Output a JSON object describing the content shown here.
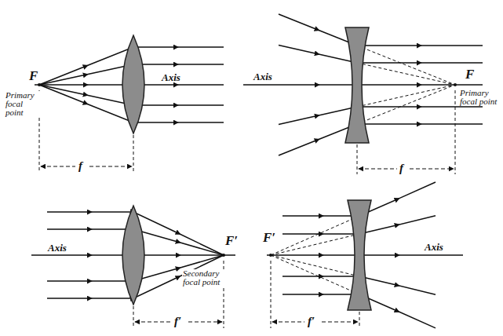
{
  "diagram": {
    "labels": [
      "F",
      "Primary focal point",
      "Axis",
      "f",
      "Axis",
      "F",
      "Primary focal point",
      "f",
      "Axis",
      "F′",
      "Secondary focal point",
      "f′",
      "F′",
      "Axis",
      "f′"
    ]
  }
}
